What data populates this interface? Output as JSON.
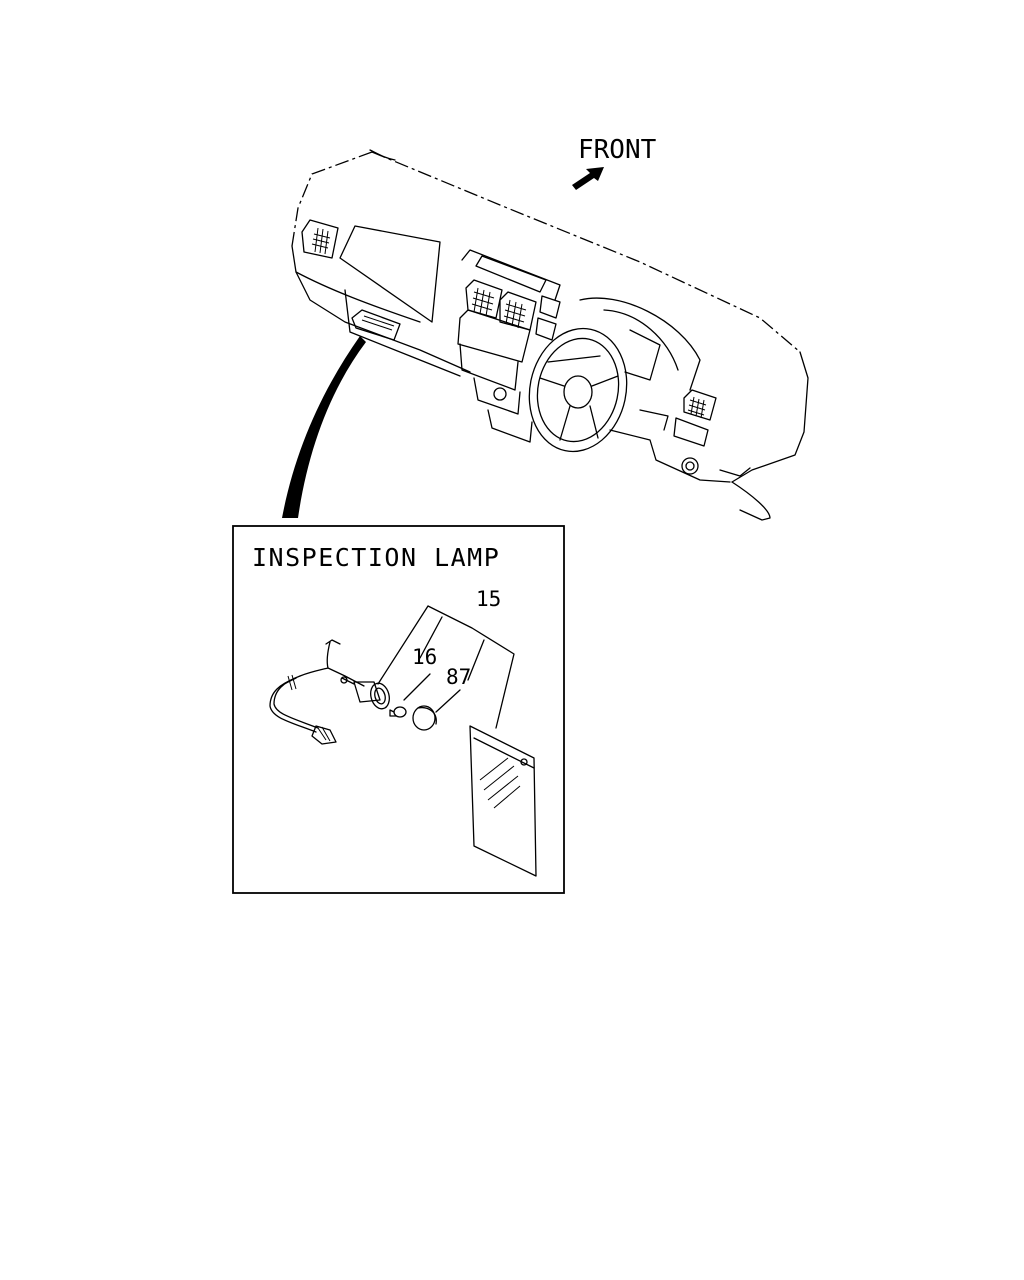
{
  "diagram": {
    "direction_label": "FRONT",
    "inset_title": "INSPECTION LAMP",
    "callouts": [
      "15",
      "16",
      "87"
    ]
  },
  "colors": {
    "ink": "#000000",
    "paper": "#ffffff"
  }
}
